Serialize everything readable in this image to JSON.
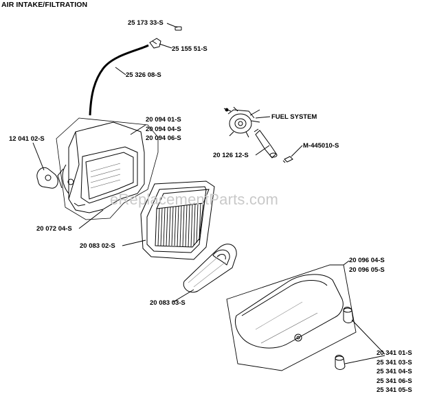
{
  "title": "AIR INTAKE/FILTRATION",
  "watermark": "eReplacementParts.com",
  "labels": {
    "p_25173": "25 173 33-S",
    "p_25155": "25 155 51-S",
    "p_25326": "25 326 08-S",
    "p_12041": "12 041 02-S",
    "fuel_system": "FUEL SYSTEM",
    "p_20126": "20 126 12-S",
    "m_445010": "M-445010-S",
    "p_20072": "20 072 04-S",
    "p_20083_02": "20 083 02-S",
    "p_20083_03": "20 083 03-S"
  },
  "groups": {
    "housing": [
      "20 094 01-S",
      "20 094 04-S",
      "20 094 06-S"
    ],
    "cover": [
      "20 096 04-S",
      "20 096 05-S"
    ],
    "knobs": [
      "20 341 01-S",
      "25 341 03-S",
      "25 341 04-S",
      "25 341 06-S",
      "25 341 05-S"
    ]
  }
}
